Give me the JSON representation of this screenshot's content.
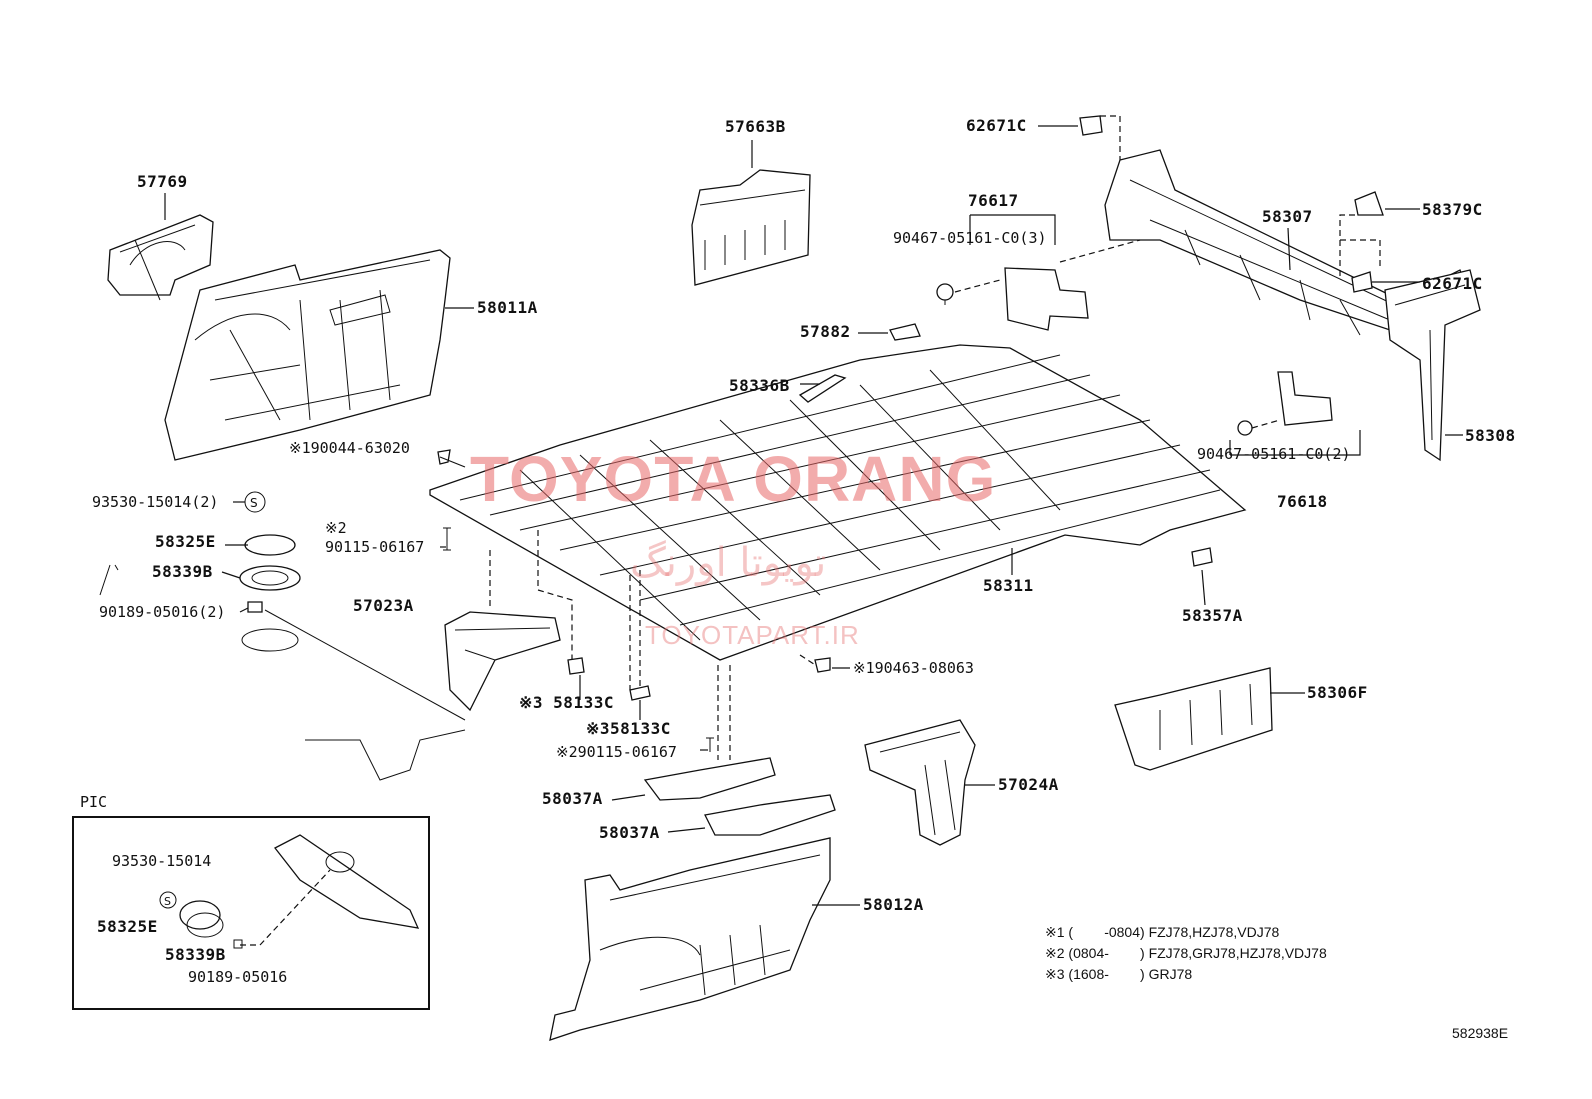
{
  "labels": {
    "p57769": "57769",
    "p58011A": "58011A",
    "p57663B": "57663B",
    "p62671C_top": "62671C",
    "p76617": "76617",
    "p90467_3": "90467-05161-C0(3)",
    "p58307": "58307",
    "p58379C": "58379C",
    "p62671C_right": "62671C",
    "p57882": "57882",
    "p58336B": "58336B",
    "p90044": "※190044-63020",
    "p93530_2": "93530-15014(2)",
    "p58325E": "58325E",
    "p58339B": "58339B",
    "p90189_2": "90189-05016(2)",
    "p90115_a_mark": "※2",
    "p90115_a": "90115-06167",
    "p57023A": "57023A",
    "p58311": "58311",
    "p90467_2": "90467-05161-C0(2)",
    "p76618": "76618",
    "p58308": "58308",
    "p58357A": "58357A",
    "p90463": "※190463-08063",
    "p58133C_a": "※3 58133C",
    "p58133C_b": "※358133C",
    "p90115_b": "※290115-06167",
    "p58306F": "58306F",
    "p58037A_a": "58037A",
    "p58037A_b": "58037A",
    "p57024A": "57024A",
    "p58012A": "58012A"
  },
  "pic": {
    "title": "PIC",
    "p93530": "93530-15014",
    "p58325E": "58325E",
    "p58339B": "58339B",
    "p90189": "90189-05016"
  },
  "notes": [
    {
      "mark": "※1",
      "range": "(        -0804)",
      "models": "FZJ78,HZJ78,VDJ78"
    },
    {
      "mark": "※2",
      "range": "(0804-        )",
      "models": "FZJ78,GRJ78,HZJ78,VDJ78"
    },
    {
      "mark": "※3",
      "range": "(1608-        )",
      "models": "GRJ78"
    }
  ],
  "figure_id": "582938E",
  "watermark": {
    "title": "TOYOTA ORANG",
    "farsi": "تویوتا اورنگ",
    "url": "TOYOTAPART.IR"
  },
  "colors": {
    "line": "#111111",
    "watermark": "#e76868"
  }
}
